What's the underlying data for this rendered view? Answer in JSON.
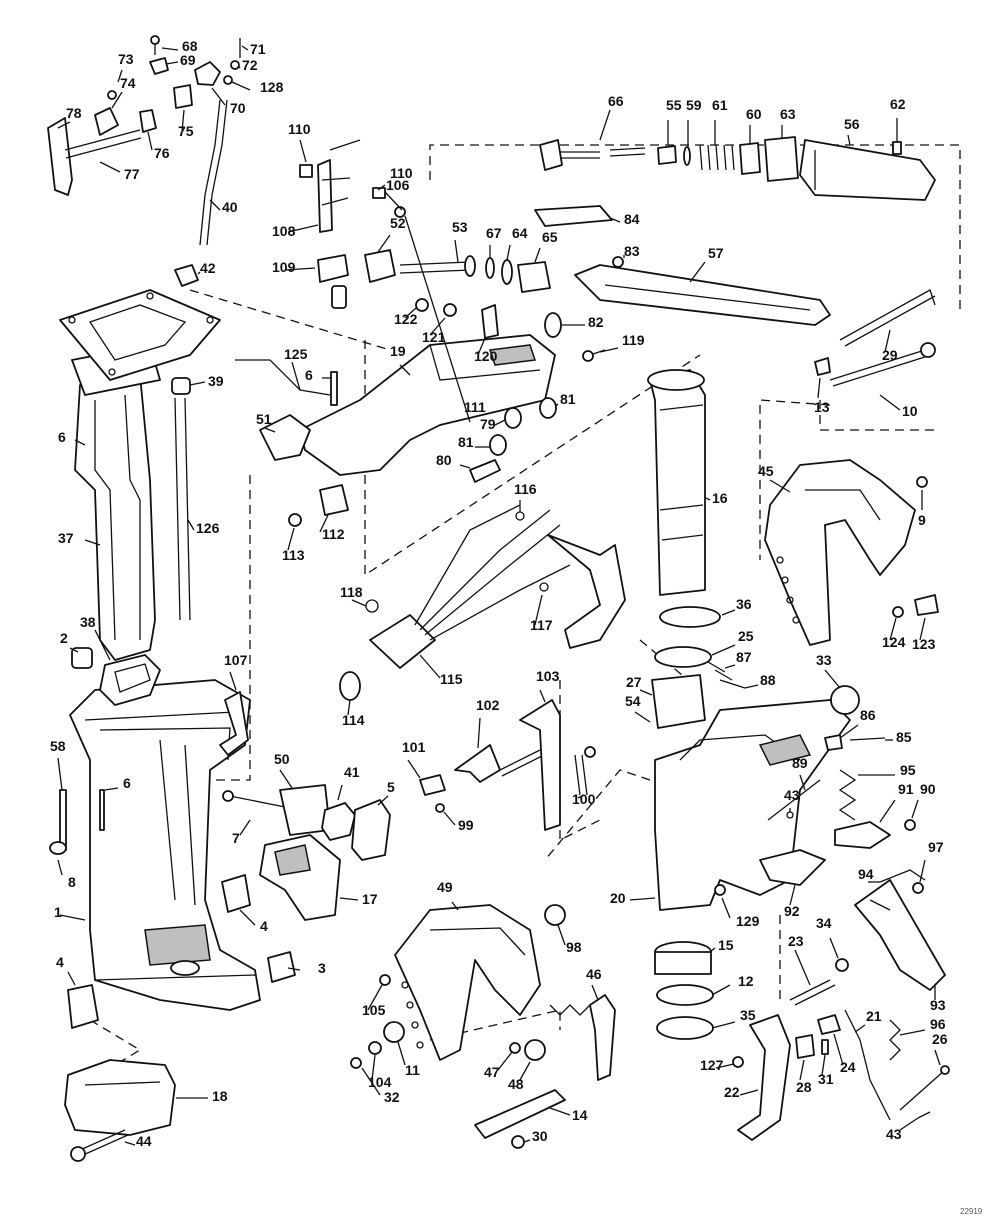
{
  "diagram": {
    "type": "exploded-parts-view",
    "corner_code": "22919",
    "callouts": [
      "1",
      "2",
      "3",
      "4",
      "4",
      "5",
      "6",
      "6",
      "6",
      "7",
      "8",
      "9",
      "10",
      "11",
      "12",
      "13",
      "14",
      "15",
      "16",
      "17",
      "18",
      "19",
      "20",
      "21",
      "22",
      "23",
      "24",
      "25",
      "26",
      "27",
      "28",
      "29",
      "30",
      "31",
      "32",
      "33",
      "34",
      "35",
      "36",
      "37",
      "38",
      "39",
      "40",
      "41",
      "42",
      "43",
      "43",
      "44",
      "45",
      "46",
      "47",
      "48",
      "49",
      "50",
      "51",
      "52",
      "53",
      "54",
      "55",
      "56",
      "57",
      "58",
      "59",
      "60",
      "61",
      "62",
      "63",
      "64",
      "65",
      "66",
      "67",
      "68",
      "69",
      "70",
      "71",
      "72",
      "73",
      "74",
      "75",
      "76",
      "77",
      "78",
      "79",
      "80",
      "81",
      "81",
      "82",
      "83",
      "84",
      "85",
      "86",
      "87",
      "88",
      "89",
      "90",
      "91",
      "92",
      "93",
      "94",
      "95",
      "96",
      "97",
      "98",
      "99",
      "100",
      "101",
      "102",
      "103",
      "104",
      "105",
      "106",
      "107",
      "108",
      "109",
      "110",
      "110",
      "111",
      "112",
      "113",
      "114",
      "115",
      "116",
      "117",
      "118",
      "119",
      "120",
      "121",
      "122",
      "123",
      "124",
      "125",
      "126",
      "127",
      "128",
      "129",
      "129"
    ]
  }
}
